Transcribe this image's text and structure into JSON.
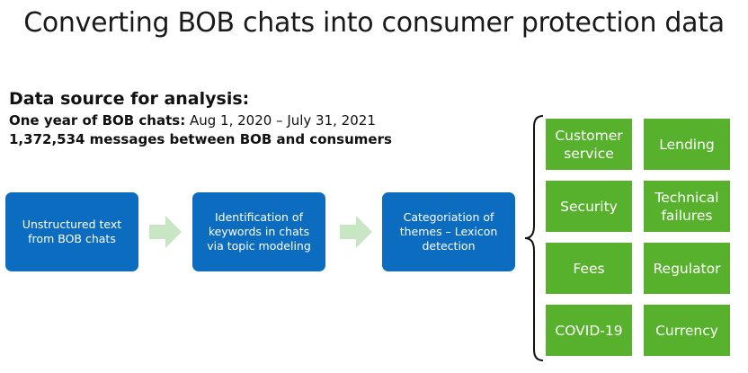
{
  "title": "Converting BOB chats into consumer protection data",
  "data_source": {
    "heading": "Data source for analysis:",
    "line1_bold": "One year of BOB chats:",
    "line1_rest": " Aug 1, 2020 – July 31, 2021",
    "line2": "1,372,534 messages between BOB and consumers"
  },
  "steps": [
    "Unstructured text from BOB chats",
    "Identification of keywords in chats via topic modeling",
    "Categoriation of themes – Lexicon detection"
  ],
  "themes": [
    "Customer service",
    "Lending",
    "Security",
    "Technical failures",
    "Fees",
    "Regulator",
    "COVID-19",
    "Currency"
  ],
  "colors": {
    "step_blue": "#0b6cc0",
    "theme_green": "#57b12c",
    "arrow_green": "#c9e6c4"
  }
}
